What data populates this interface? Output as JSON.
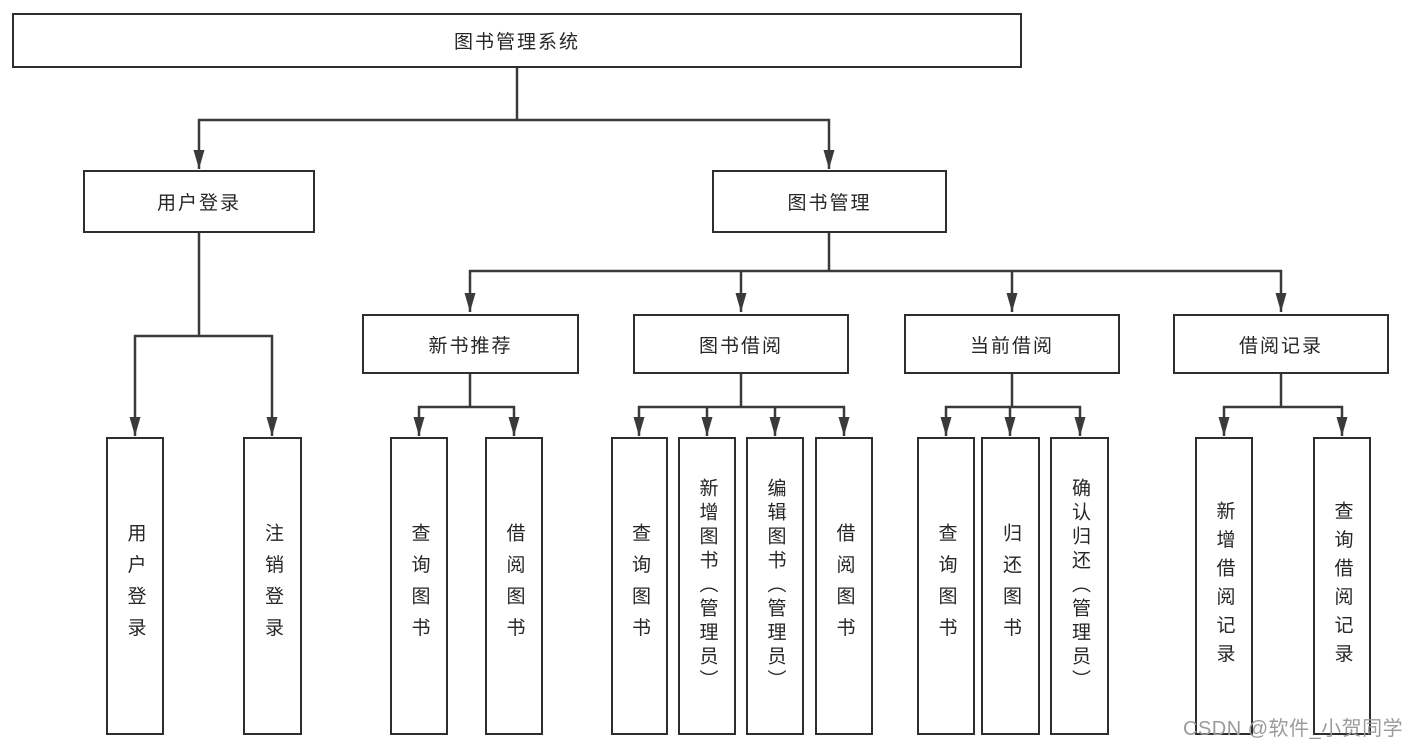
{
  "diagram_type": "function-structure-tree",
  "tree": {
    "label": "图书管理系统",
    "children": [
      {
        "label": "用户登录",
        "children": [
          {
            "label": "用户登录"
          },
          {
            "label": "注销登录"
          }
        ]
      },
      {
        "label": "图书管理",
        "children": [
          {
            "label": "新书推荐",
            "children": [
              {
                "label": "查询图书"
              },
              {
                "label": "借阅图书"
              }
            ]
          },
          {
            "label": "图书借阅",
            "children": [
              {
                "label": "查询图书"
              },
              {
                "label": "新增图书（管理员）"
              },
              {
                "label": "编辑图书（管理员）"
              },
              {
                "label": "借阅图书"
              }
            ]
          },
          {
            "label": "当前借阅",
            "children": [
              {
                "label": "查询图书"
              },
              {
                "label": "归还图书"
              },
              {
                "label": "确认归还（管理员）"
              }
            ]
          },
          {
            "label": "借阅记录",
            "children": [
              {
                "label": "新增借阅记录"
              },
              {
                "label": "查询借阅记录"
              }
            ]
          }
        ]
      }
    ]
  },
  "watermark": "CSDN @软件_小贺同学",
  "colors": {
    "line": "#3a3a3a",
    "box_border": "#2e2e2e",
    "text": "#262626",
    "watermark": "#9b9b9b"
  }
}
